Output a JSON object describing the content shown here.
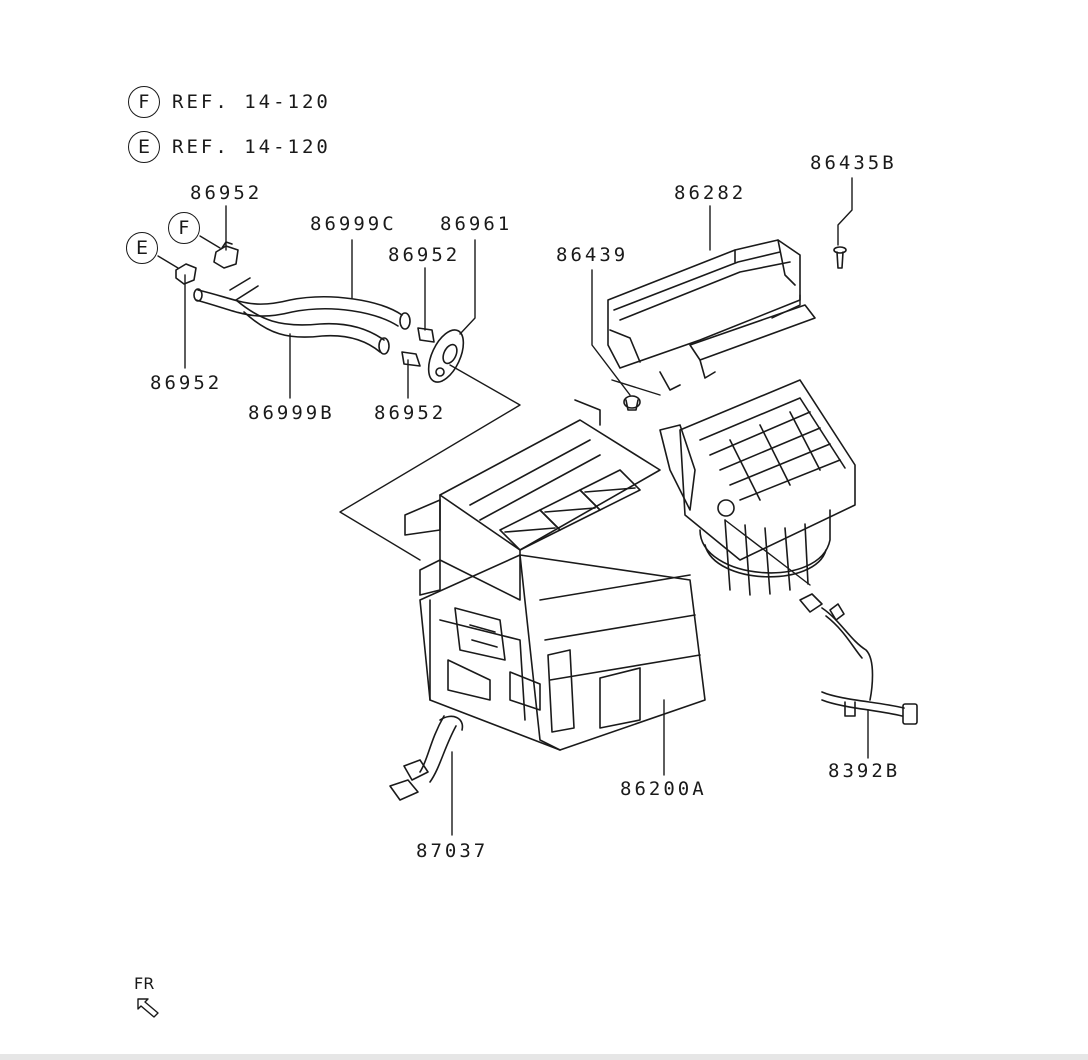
{
  "references": [
    {
      "tag": "F",
      "text": "REF. 14-120"
    },
    {
      "tag": "E",
      "text": "REF. 14-120"
    }
  ],
  "callouts": {
    "tag_f": "F",
    "tag_e": "E"
  },
  "part_labels": {
    "clip_top": "86952",
    "clip_left": "86952",
    "clip_mid_upper": "86952",
    "clip_mid_lower": "86952",
    "hose_upper": "86999C",
    "hose_lower": "86999B",
    "grommet": "86961",
    "blower_case": "86282",
    "rivet": "86439",
    "screw": "86435B",
    "heater_unit": "86200A",
    "harness": "8392B",
    "sensor": "87037"
  },
  "direction": "FR",
  "colors": {
    "line": "#1a1a1a",
    "background": "#ffffff"
  }
}
